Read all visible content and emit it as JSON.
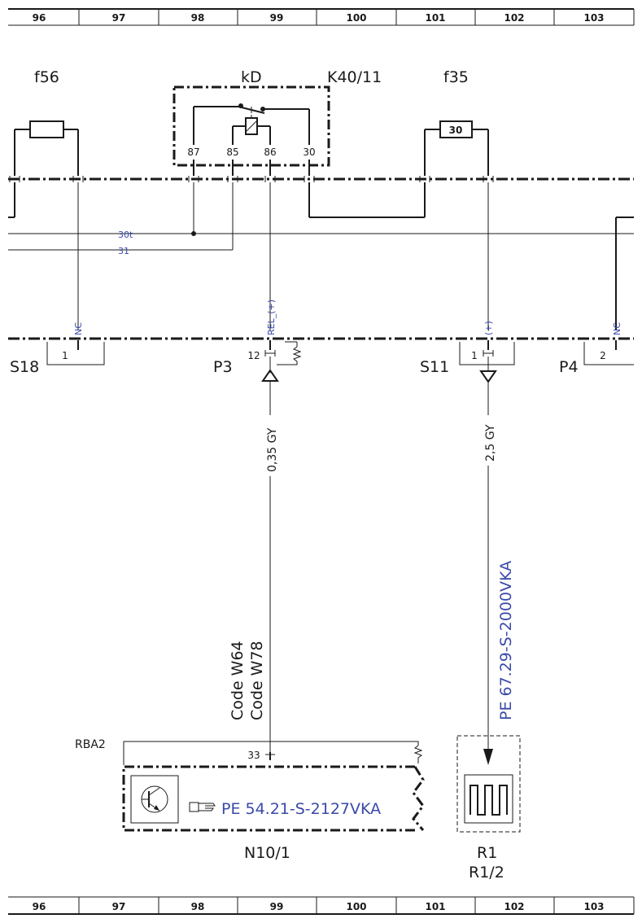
{
  "ruler": {
    "columns": [
      "96",
      "97",
      "98",
      "99",
      "100",
      "101",
      "102",
      "103"
    ]
  },
  "components": {
    "f56": "f56",
    "kD": "kD",
    "k40_11": "K40/11",
    "f35": "f35",
    "f35_value": "30",
    "s18": "S18",
    "p3": "P3",
    "s11": "S11",
    "p4": "P4",
    "rba2": "RBA2",
    "n10_1": "N10/1",
    "r1": "R1",
    "r1_2": "R1/2"
  },
  "relay_pins": [
    "87",
    "85",
    "86",
    "30"
  ],
  "bus_lines": {
    "line_30t": "30t",
    "line_31": "31"
  },
  "connector_labels": {
    "nc_left": "NC",
    "rel": "REL_(+)",
    "plus": "(+)",
    "nc_right": "NC"
  },
  "pins": {
    "s18_pin": "1",
    "p3_pin": "12",
    "s11_pin": "1",
    "p4_pin": "2",
    "n10_pin": "33"
  },
  "wires": {
    "wire_left": "0,35 GY",
    "wire_right": "2,5 GY"
  },
  "codes": {
    "code1": "Code W64",
    "code2": "Code W78"
  },
  "references": {
    "ref_right": "PE 67.29-S-2000VKA",
    "ref_bottom": "PE 54.21-S-2127VKA"
  }
}
